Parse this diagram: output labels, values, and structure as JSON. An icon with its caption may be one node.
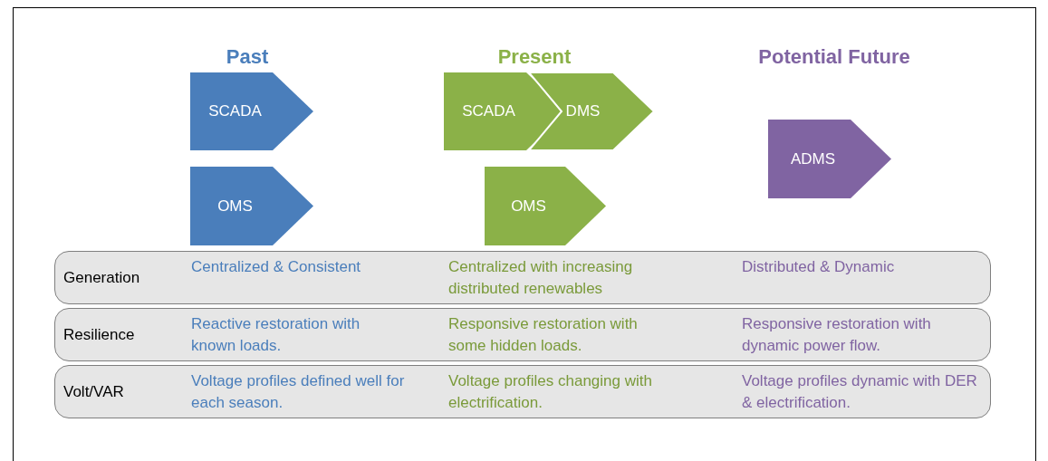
{
  "diagram": {
    "nodes": [
      {
        "text": [
          "SCADA"
        ]
      },
      {
        "text": [
          "OMS"
        ]
      },
      {
        "text": [
          "SCADA"
        ]
      },
      {
        "text": [
          "DMS"
        ]
      },
      {
        "text": [
          "OMS"
        ]
      },
      {
        "text": [
          "ADMS"
        ]
      },
      {
        "text": [
          "Generation",
          "Centralized & Consistent",
          "Centralized with increasing distributed renewables",
          "Distributed & Dynamic"
        ]
      },
      {
        "text": [
          "Resilience",
          "Reactive restoration with known loads.",
          "Responsive restoration with some hidden loads.",
          "Responsive restoration with dynamic power flow."
        ]
      },
      {
        "text": [
          "Volt/VAR",
          "Voltage profiles defined well for each season.",
          "Voltage profiles changing with electrification.",
          "Voltage profiles dynamic with DER & electrification."
        ]
      }
    ],
    "edges": [],
    "labels": [
      "Past",
      "Present",
      "Potential Future"
    ]
  }
}
